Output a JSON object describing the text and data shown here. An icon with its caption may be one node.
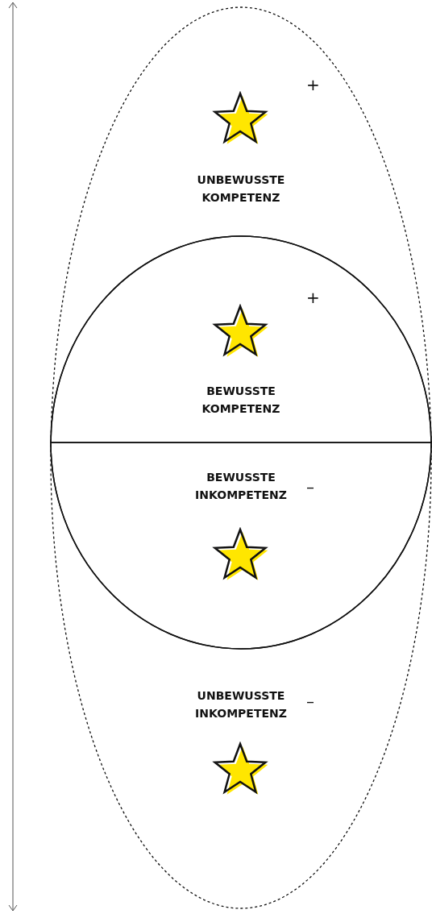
{
  "diagram": {
    "nodes": [
      {
        "text": [],
        "shape": "ellipse"
      },
      {
        "text": [],
        "shape": "star",
        "in": 0,
        "beside": [
          "+"
        ]
      },
      {
        "text": [],
        "shape": "circle",
        "in": 0
      },
      {
        "text": [
          "BEWUSSTE KOMPETENZ"
        ],
        "in": 2
      },
      {
        "text": [],
        "shape": "star",
        "in": 3,
        "beside": [
          "+"
        ]
      },
      {
        "text": [
          "BEWUSSTE INKOMPETENZ"
        ],
        "in": 2
      },
      {
        "text": [],
        "shape": "star",
        "in": 5,
        "beside": [
          "–"
        ]
      },
      {
        "text": [],
        "shape": "star",
        "in": 0,
        "beside": [
          "–"
        ]
      }
    ],
    "edges": [],
    "labels": [
      "UNBEWUSSTE KOMPETENZ",
      "UNBEWUSSTE INKOMPETENZ"
    ]
  }
}
